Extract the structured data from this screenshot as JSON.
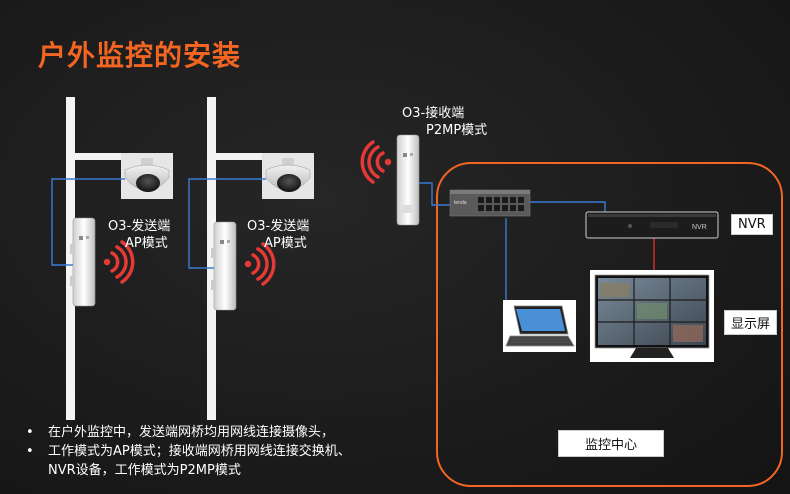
{
  "title": "户外监控的安装",
  "receiver_label": {
    "line1": "O3-接收端",
    "line2": "P2MP模式"
  },
  "sender_left": {
    "line1": "O3-发送端",
    "line2": "AP模式"
  },
  "sender_right": {
    "line1": "O3-发送端",
    "line2": "AP模式"
  },
  "nvr_label": "NVR",
  "display_label": "显示屏",
  "center_label": "监控中心",
  "switch_brand": "tenda",
  "nvr_brand": "NVR",
  "bullets": [
    {
      "text": "在户外监控中，发送端网桥均用网线连接摄像头，"
    },
    {
      "text": "工作模式为AP模式；接收端网桥用网线连接交换机、"
    },
    {
      "text": "NVR设备，工作模式为P2MP模式",
      "continuation": true
    }
  ],
  "colors": {
    "accent": "#f26522",
    "cable": "#3a7bd5",
    "red_cable": "#c62828",
    "frame": "#f26522"
  }
}
